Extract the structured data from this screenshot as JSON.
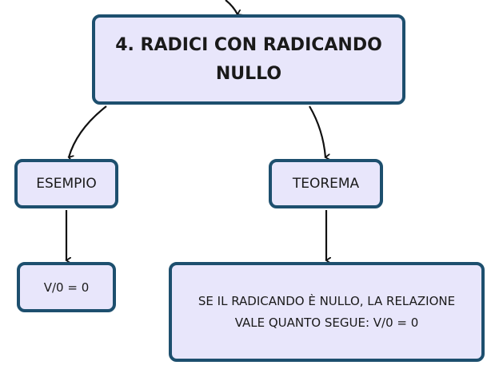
{
  "diagram": {
    "main_title": "4. RADICI CON RADICANDO NULLO",
    "esempio_label": "ESEMPIO",
    "teorema_label": "TEOREMA",
    "esempio_value": "V/0 = 0",
    "teorema_text": "SE IL RADICANDO È NULLO, LA RELAZIONE VALE QUANTO SEGUE: V/0 = 0"
  },
  "colors": {
    "node_fill": "#e8e6fb",
    "node_border": "#1d4f6e",
    "connector": "#111111"
  }
}
